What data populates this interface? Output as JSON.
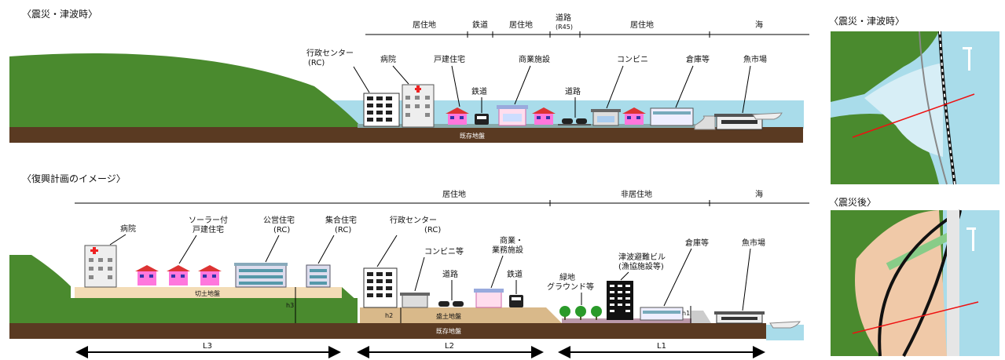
{
  "before": {
    "title": "〈震災・津波時〉",
    "zones": [
      "居住地",
      "鉄道",
      "居住地",
      "道路",
      "(R45)",
      "居住地",
      "海"
    ],
    "labels": {
      "admin": "行政センター",
      "admin_rc": "(RC)",
      "hospital": "病院",
      "house": "戸建住宅",
      "rail": "鉄道",
      "commercial": "商業施設",
      "road": "道路",
      "conv": "コンビニ",
      "warehouse": "倉庫等",
      "fishmarket": "魚市場",
      "ground": "既存地盤"
    }
  },
  "after": {
    "title": "〈復興計画のイメージ〉",
    "zones": [
      "居住地",
      "非居住地",
      "海"
    ],
    "labels": {
      "hospital": "病院",
      "solar1": "ソーラー付",
      "solar2": "戸建住宅",
      "public1": "公営住宅",
      "public2": "(RC)",
      "apt1": "集合住宅",
      "apt2": "(RC)",
      "admin1": "行政センター",
      "admin2": "(RC)",
      "conv": "コンビニ等",
      "comm1": "商業・",
      "comm2": "業務施設",
      "road": "道路",
      "rail": "鉄道",
      "green1": "緑地",
      "green2": "グラウンド等",
      "tsunami1": "津波避難ビル",
      "tsunami2": "(漁協施設等)",
      "warehouse": "倉庫等",
      "fishmarket": "魚市場",
      "cut": "切土地盤",
      "fill": "盛土地盤",
      "ground": "既存地盤",
      "h1": "h1",
      "h2": "h2",
      "h3": "h3",
      "L1": "L1",
      "L2": "L2",
      "L3": "L3"
    }
  },
  "maps": {
    "top_title": "〈震災・津波時〉",
    "bottom_title": "〈震災後〉"
  },
  "colors": {
    "green": "#4a8a2e",
    "ground": "#5a3a22",
    "sea": "#a9dcea",
    "cutfill": "#f3dcb6",
    "fill": "#d9b98a"
  }
}
